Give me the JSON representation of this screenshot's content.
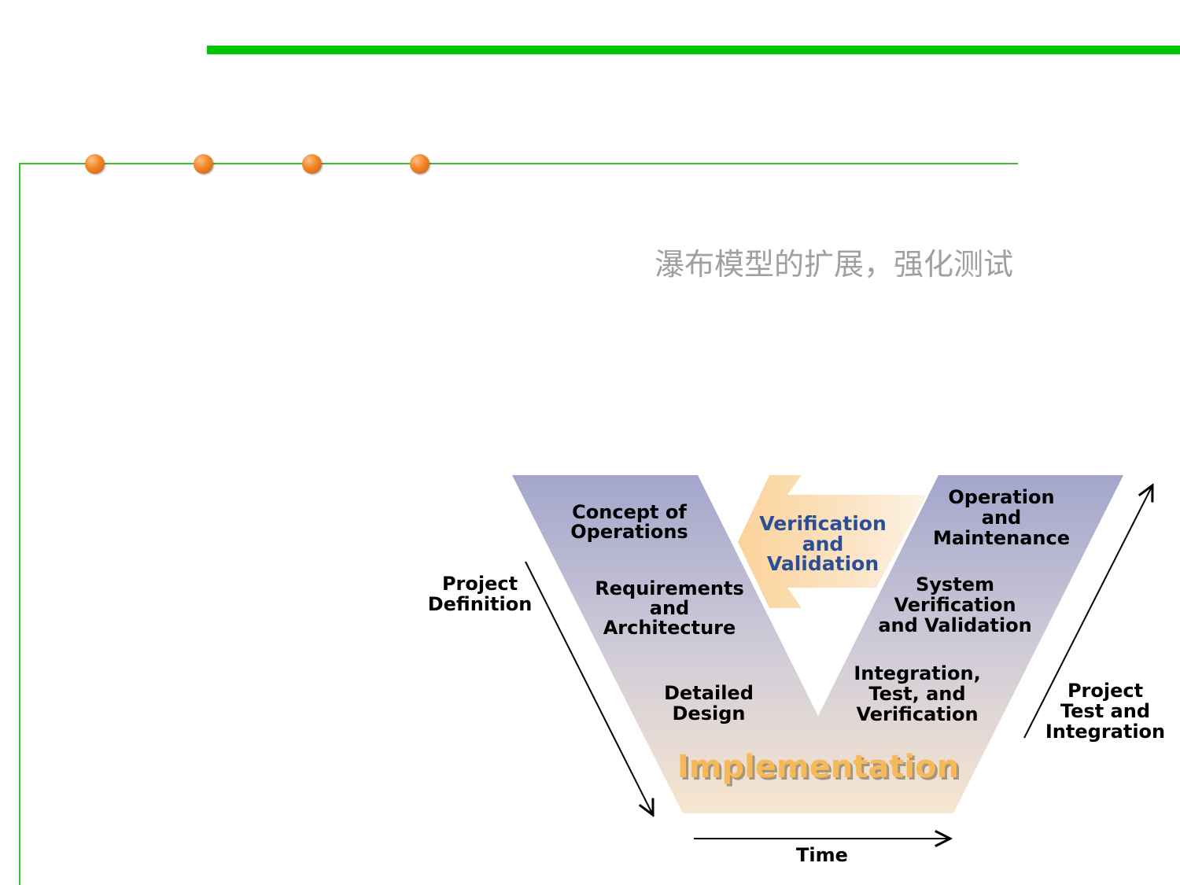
{
  "slide": {
    "subtitle": "瀑布模型的扩展，强化测试"
  },
  "colors": {
    "top_bar": "#00c800",
    "frame_line": "#3bbf2a",
    "bullet": "#f58a2a",
    "v_top": "#a3a6cc",
    "v_bottom": "#f7e6cf",
    "vv_arrow": "#fbd9a8",
    "vv_text": "#2b4f96",
    "implementation_text": "#f5b95a"
  },
  "diagram": {
    "concept_of_operations": [
      "Concept of",
      "Operations"
    ],
    "requirements_architecture": [
      "Requirements",
      "and",
      "Architecture"
    ],
    "detailed_design": [
      "Detailed",
      "Design"
    ],
    "implementation": "Implementation",
    "integration_test_verification": [
      "Integration,",
      "Test, and",
      "Verification"
    ],
    "system_verification_validation": [
      "System",
      "Verification",
      "and Validation"
    ],
    "operation_maintenance": [
      "Operation",
      "and",
      "Maintenance"
    ],
    "verification_and_validation": [
      "Verification",
      "and",
      "Validation"
    ],
    "project_definition": [
      "Project",
      "Definition"
    ],
    "project_test_integration": [
      "Project",
      "Test and",
      "Integration"
    ],
    "time": "Time"
  }
}
